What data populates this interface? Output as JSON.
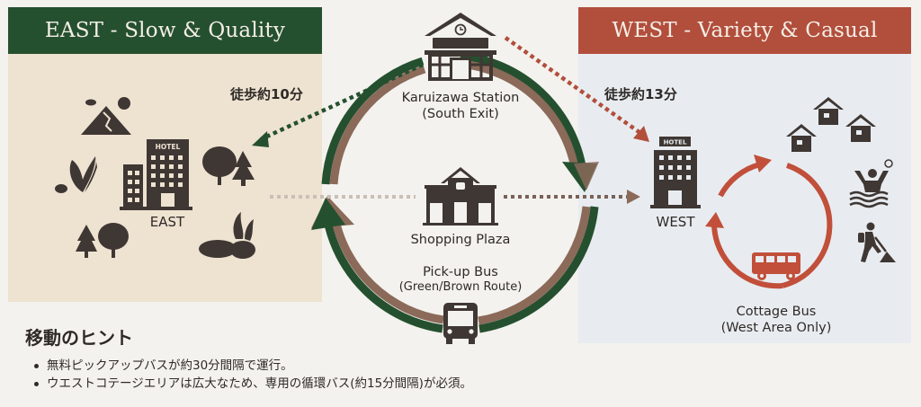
{
  "colors": {
    "east_green": "#25502f",
    "west_red": "#b24e3c",
    "brown_route": "#8b6a5a",
    "icon_dark": "#3f3733",
    "east_bg": "#eee2d1",
    "west_bg": "#e8ecf0",
    "page_bg": "#f3f2ee"
  },
  "east": {
    "title": "EAST - Slow & Quality",
    "hotel_sign": "HOTEL",
    "hotel_label": "EAST",
    "walk_time": "徒歩約10分",
    "icons": [
      "volcano-icon",
      "wild-plant-icon",
      "tree-icon",
      "forest-icon",
      "hot-spring-rock-icon"
    ]
  },
  "west": {
    "title": "WEST - Variety & Casual",
    "hotel_sign": "HOTEL",
    "hotel_label": "WEST",
    "walk_time": "徒歩約13分",
    "shuttle_title": "Cottage Bus",
    "shuttle_subtitle": "(West Area Only)",
    "icons": [
      "cottage-icon",
      "swimming-icon",
      "hiking-icon"
    ]
  },
  "center": {
    "station_title": "Karuizawa Station",
    "station_subtitle": "(South Exit)",
    "plaza_title": "Shopping Plaza",
    "bus_title": "Pick-up Bus",
    "bus_subtitle": "(Green/Brown Route)"
  },
  "hints": {
    "title": "移動のヒント",
    "items": [
      "無料ピックアップバスが約30分間隔で運行。",
      "ウエストコテージエリアは広大なため、専用の循環バス(約15分間隔)が必須。"
    ]
  }
}
